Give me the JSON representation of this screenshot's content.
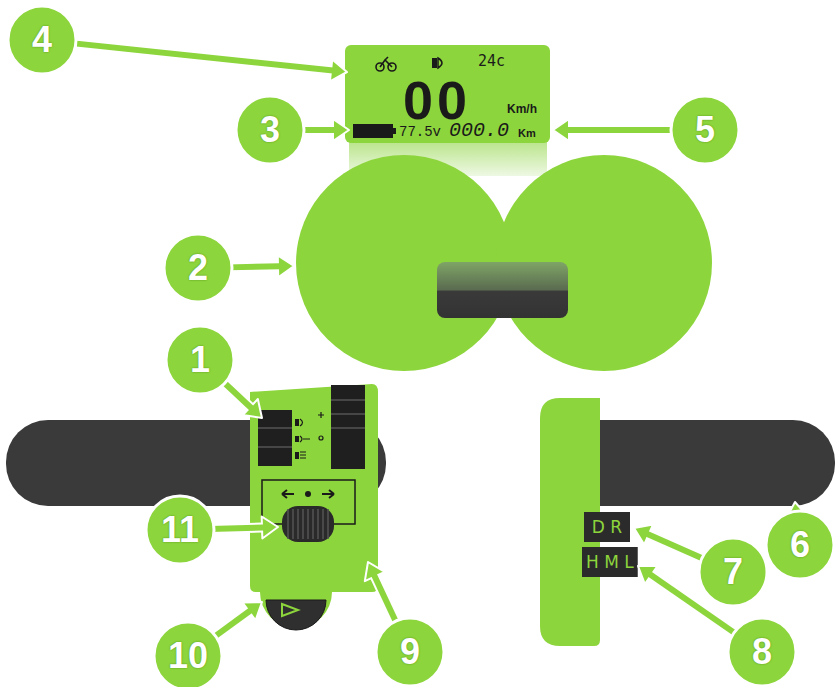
{
  "diagram": {
    "nodes": [
      {
        "text": [
          "24c",
          "00",
          "Km/h",
          "77.5v",
          "000.0",
          "Km"
        ]
      },
      {
        "text": [
          "D R"
        ]
      },
      {
        "text": [
          "H M L"
        ]
      }
    ],
    "labels": [
      "1",
      "2",
      "3",
      "4",
      "5",
      "6",
      "7",
      "8",
      "9",
      "10",
      "11"
    ]
  }
}
